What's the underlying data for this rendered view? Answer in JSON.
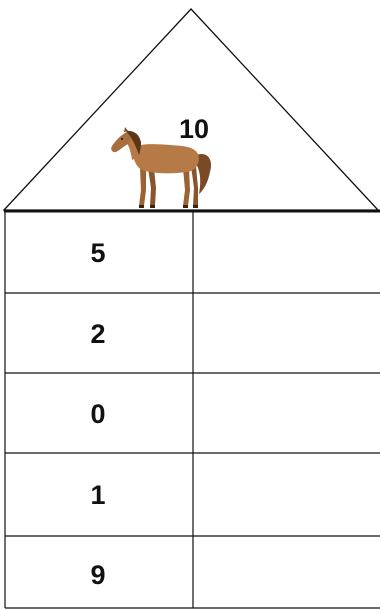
{
  "roof": {
    "number": "10",
    "picture": "horse"
  },
  "rows": [
    {
      "left": "5",
      "right": ""
    },
    {
      "left": "2",
      "right": ""
    },
    {
      "left": "0",
      "right": ""
    },
    {
      "left": "1",
      "right": ""
    },
    {
      "left": "9",
      "right": ""
    }
  ]
}
